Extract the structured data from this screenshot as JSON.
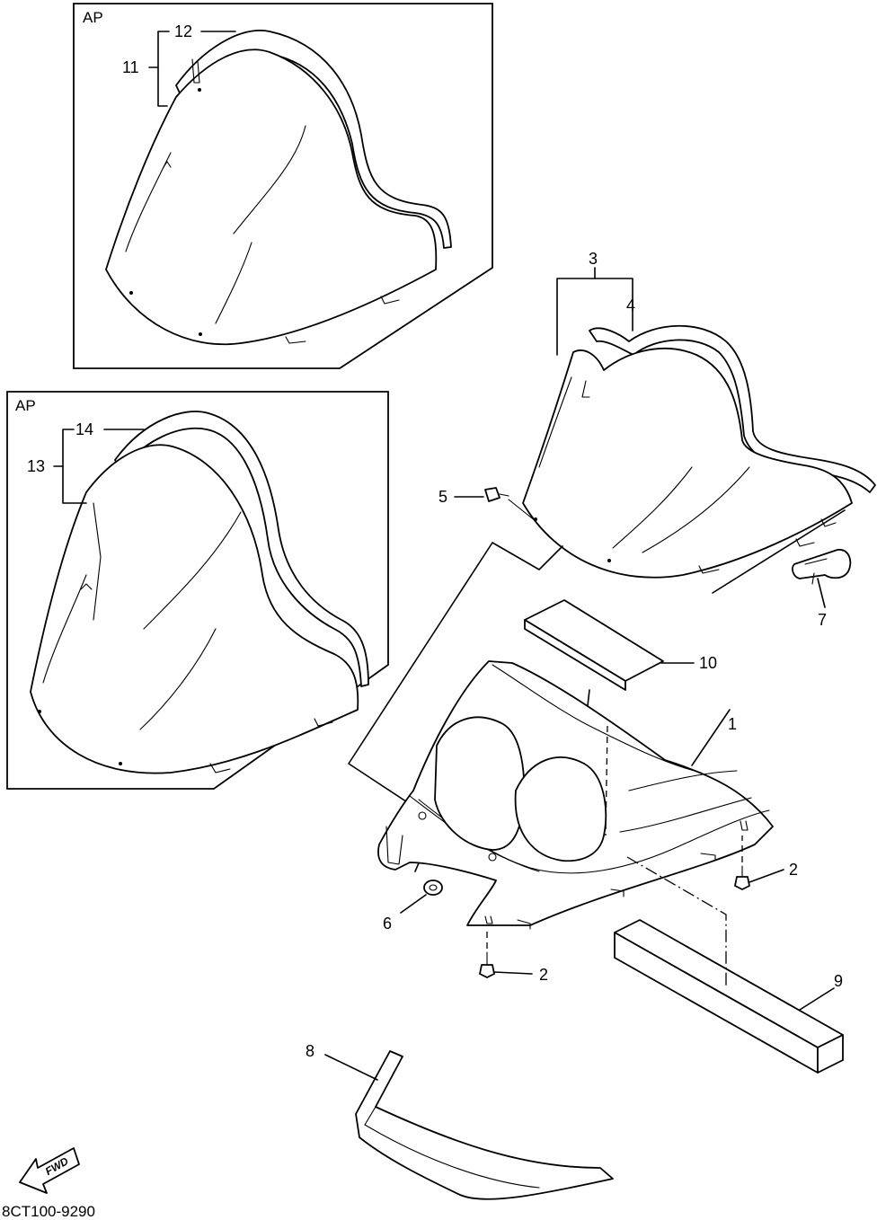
{
  "diagram": {
    "ap_label": "AP",
    "code": "8CT100-9290",
    "fwd": "FWD",
    "callouts": {
      "c1": "1",
      "c2a": "2",
      "c2b": "2",
      "c3": "3",
      "c4": "4",
      "c5": "5",
      "c6": "6",
      "c7": "7",
      "c8": "8",
      "c9": "9",
      "c10": "10",
      "c11": "11",
      "c12": "12",
      "c13": "13",
      "c14": "14"
    }
  }
}
